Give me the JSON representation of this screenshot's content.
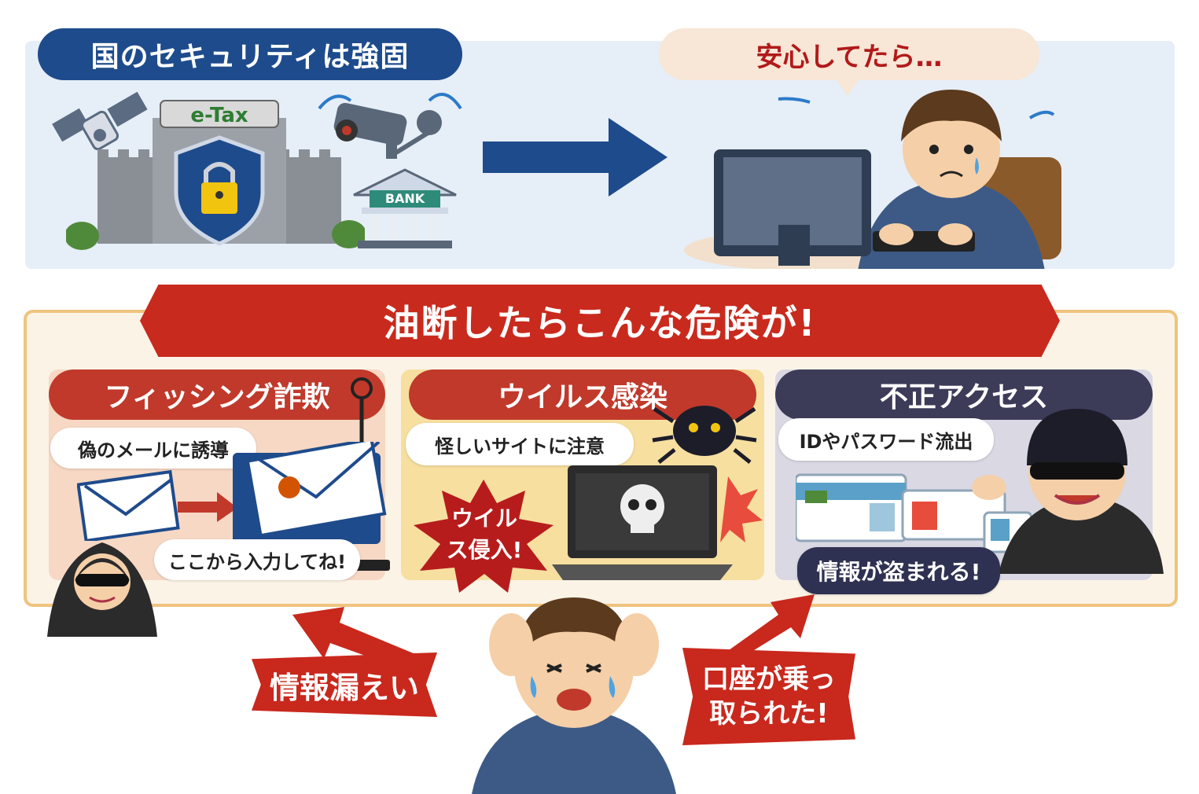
{
  "top": {
    "title": "国のセキュリティは強固",
    "castle_sign": "e-Tax",
    "bank_sign": "BANK",
    "speech": "安心してたら…"
  },
  "banner": {
    "title": "油断したらこんな危険が!"
  },
  "cards": [
    {
      "title": "フィッシング詐欺",
      "bubble_top": "偽のメールに誘導",
      "bubble_bottom": "ここから入力してね!"
    },
    {
      "title": "ウイルス感染",
      "bubble_top": "怪しいサイトに注意",
      "burst": "ウイルス侵入!"
    },
    {
      "title": "不正アクセス",
      "bubble_top": "IDやパスワード流出",
      "bubble_bottom": "情報が盗まれる!"
    }
  ],
  "consequences": {
    "left": "情報漏えい",
    "right": "口座が乗っ取られた!"
  },
  "colors": {
    "navy": "#1e4b8c",
    "red": "#c92a1e",
    "panel_blue": "#e6eef7",
    "panel_cream": "#fbf3e6"
  }
}
